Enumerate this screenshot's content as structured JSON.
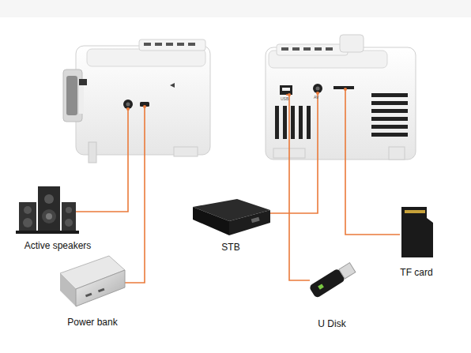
{
  "diagram": {
    "nodes": [
      {
        "text": [
          "Active speakers"
        ]
      },
      {
        "text": [
          "Power bank"
        ]
      },
      {
        "text": [
          "STB"
        ]
      },
      {
        "text": [
          "U Disk"
        ]
      },
      {
        "text": [
          "TF card"
        ]
      }
    ],
    "labels": [
      "USB",
      "AV"
    ]
  }
}
